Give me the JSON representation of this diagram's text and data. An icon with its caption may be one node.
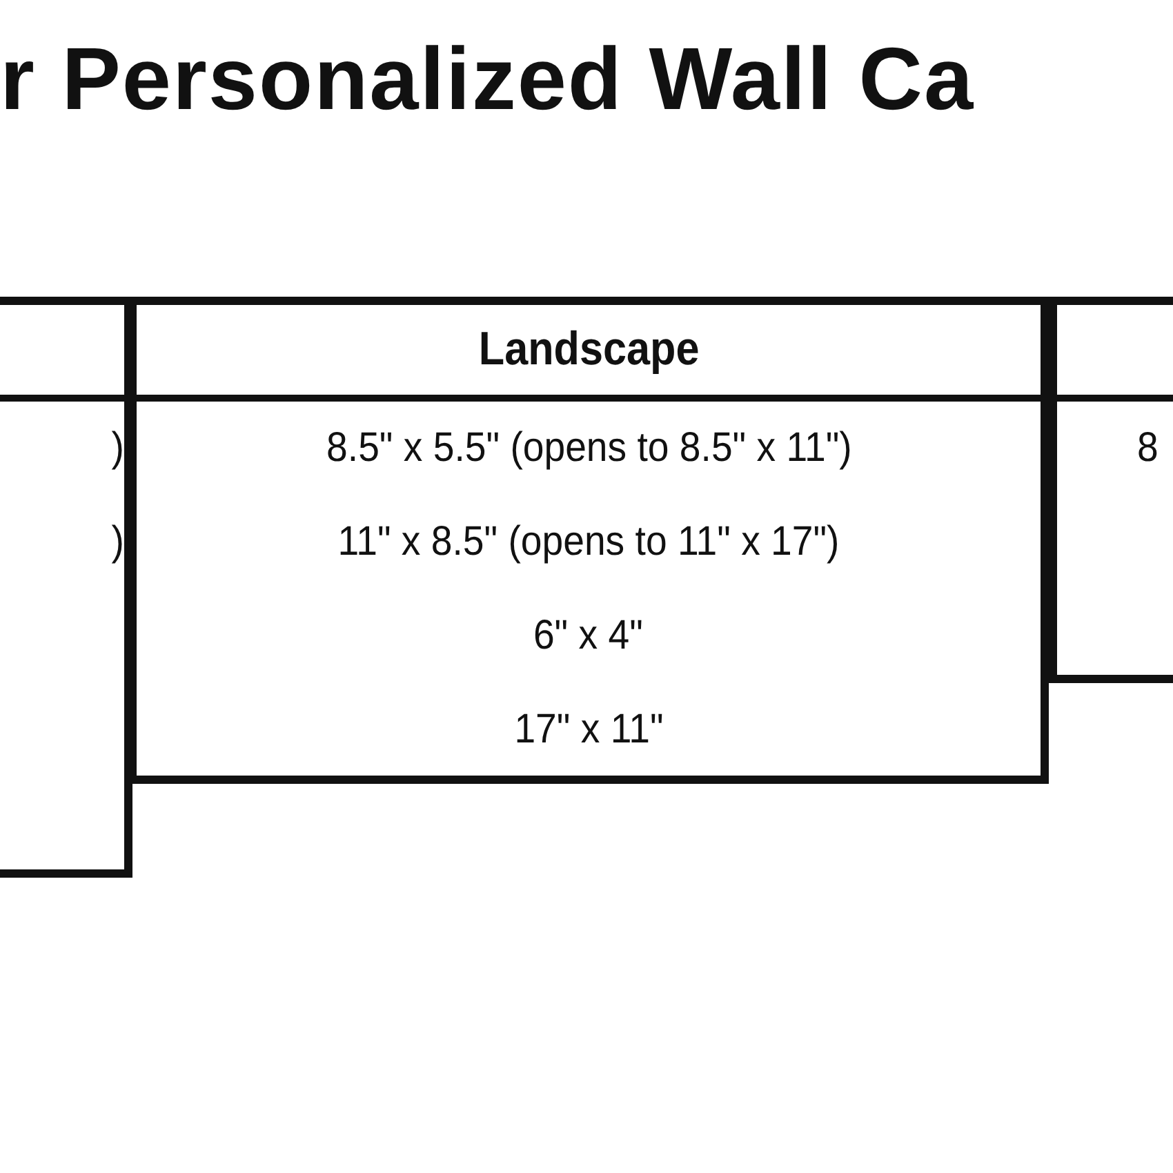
{
  "diagram": {
    "title": "r Personalized Wall Ca",
    "nodes": [
      {
        "text": [
          ")",
          ")"
        ]
      },
      {
        "text": [
          "Landscape",
          "8.5\" x 5.5\" (opens to 8.5\" x 11\")",
          "11\" x 8.5\" (opens to 11\" x 17\")",
          "6\" x 4\"",
          "17\" x 11\""
        ]
      },
      {
        "text": [
          "8"
        ]
      }
    ]
  }
}
